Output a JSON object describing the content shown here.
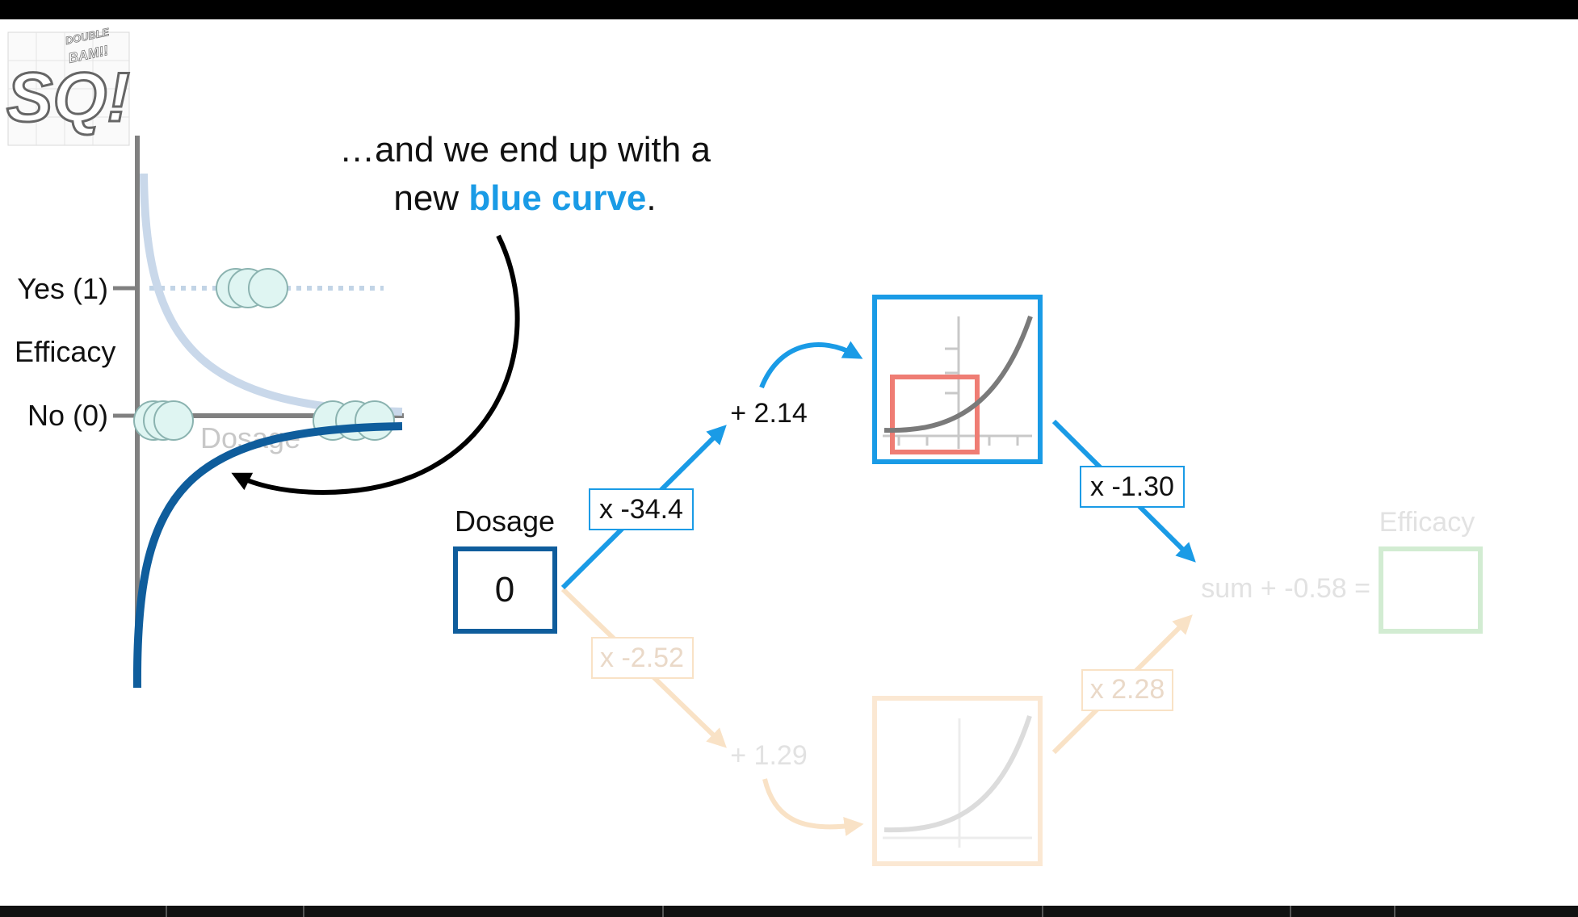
{
  "logo": {
    "text_top": "DOUBLE",
    "text_bam": "BAM!!",
    "letters": "SQ!"
  },
  "caption": {
    "line1": "…and we end up with a",
    "line2_prefix": "new ",
    "line2_highlight": "blue curve",
    "line2_suffix": "."
  },
  "graph": {
    "ylabel": "Efficacy",
    "y_tick_high": "Yes (1)",
    "y_tick_low": "No (0)",
    "xlabel": "Dosage"
  },
  "network": {
    "input_label": "Dosage",
    "input_value": "0",
    "top": {
      "weight": "x -34.4",
      "bias": "+ 2.14",
      "out_weight": "x -1.30"
    },
    "bottom": {
      "weight": "x -2.52",
      "bias": "+ 1.29",
      "out_weight": "x 2.28"
    },
    "sum_label": "sum + -0.58 =",
    "output_label": "Efficacy"
  },
  "colors": {
    "accent_blue": "#1a9be6",
    "dark_blue": "#0f5d9c",
    "faded_orange": "#f9e2c6",
    "faded_green": "#d2ecd2",
    "salmon": "#ef7d74"
  }
}
